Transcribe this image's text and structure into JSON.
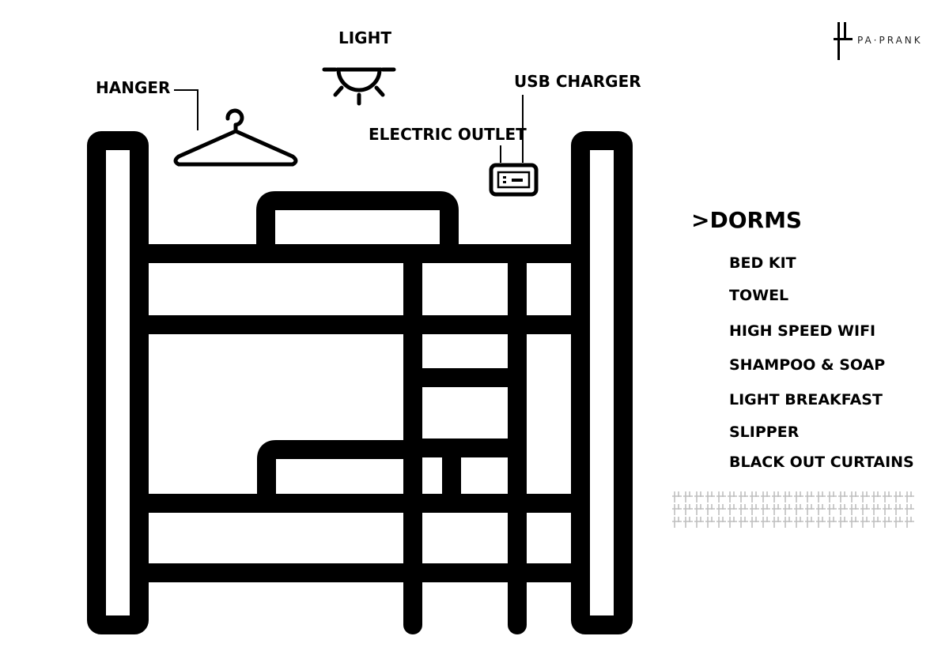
{
  "logo": {
    "text": "PA·PRANK"
  },
  "labels": {
    "light": "LIGHT",
    "hanger": "HANGER",
    "usb_charger": "USB CHARGER",
    "electric_outlet": "ELECTRIC OUTLET"
  },
  "dorms": {
    "title": ">DORMS",
    "amenities": [
      "BED KIT",
      "TOWEL",
      "HIGH SPEED WIFI",
      "SHAMPOO & SOAP",
      "LIGHT BREAKFAST",
      "SLIPPER",
      "BLACK OUT CURTAINS"
    ]
  },
  "colors": {
    "ink": "#000000",
    "background": "#ffffff",
    "pattern": "#bfbfbf"
  }
}
